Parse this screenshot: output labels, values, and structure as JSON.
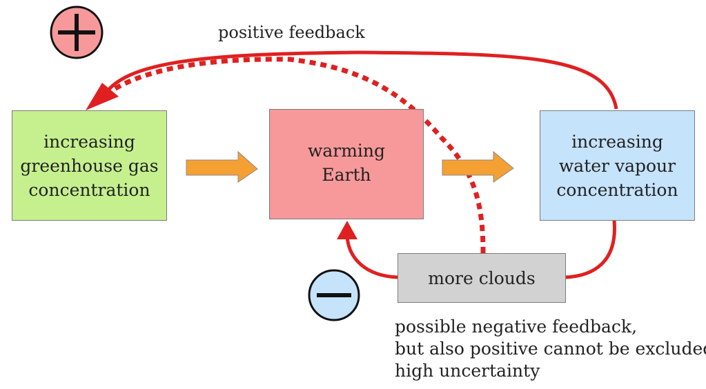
{
  "boxes": {
    "greenhouse": [
      "increasing",
      "greenhouse gas",
      "concentration"
    ],
    "earth": [
      "warming",
      "Earth"
    ],
    "water": [
      "increasing",
      "water vapour",
      "concentration"
    ],
    "clouds": "more clouds"
  },
  "labels": {
    "positive_feedback": "positive feedback",
    "negative_note": [
      "possible negative feedback,",
      "but also positive cannot be excluded",
      "high uncertainty"
    ]
  },
  "signs": {
    "plus": "+",
    "minus": "−"
  },
  "colors": {
    "greenhouse": "#c6f08e",
    "earth": "#f7999a",
    "water": "#c5e3fb",
    "clouds": "#d2d2d2",
    "feedback_arrow": "#e02020",
    "flow_arrow": "#f5a033",
    "plus_sign_fill": "#f7999a",
    "minus_sign_fill": "#c5e3fb"
  }
}
